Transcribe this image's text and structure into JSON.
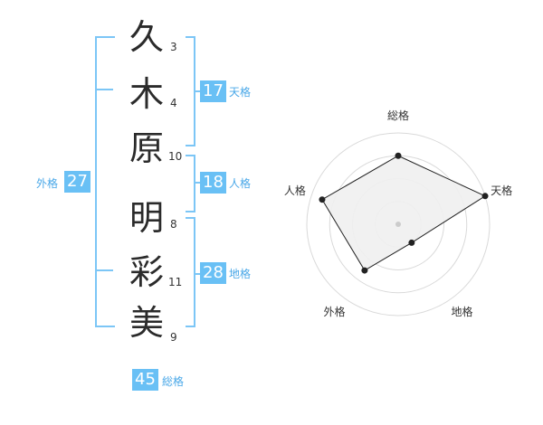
{
  "name": {
    "kanji": [
      "久",
      "木",
      "原",
      "明",
      "彩",
      "美"
    ],
    "strokes": [
      "3",
      "4",
      "10",
      "8",
      "11",
      "9"
    ]
  },
  "fortune": {
    "tenkaku": {
      "value": "17",
      "label": "天格"
    },
    "jinkaku": {
      "value": "18",
      "label": "人格"
    },
    "chikaku": {
      "value": "28",
      "label": "地格"
    },
    "gaikaku": {
      "value": "27",
      "label": "外格"
    },
    "soukaku": {
      "value": "45",
      "label": "総格"
    }
  },
  "chart_data": {
    "type": "radar",
    "axes": [
      "総格",
      "天格",
      "地格",
      "外格",
      "人格"
    ],
    "values": [
      3,
      4,
      1,
      2.5,
      3.5
    ],
    "rmax": 4,
    "rings": 4,
    "colors": {
      "fill": "#f0f0f0",
      "ring": "#d9d9d9",
      "line": "#222222",
      "point": "#222222",
      "center": "#cccccc"
    }
  }
}
